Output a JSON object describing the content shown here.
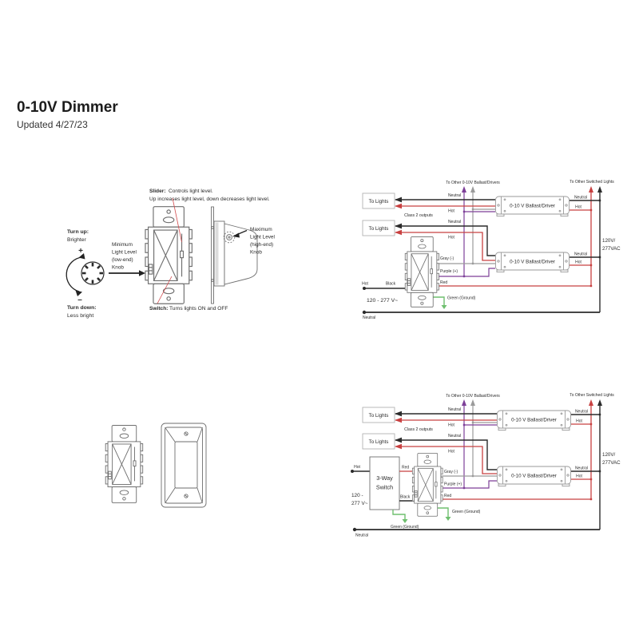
{
  "page": {
    "title": "0-10V Dimmer",
    "updated": "Updated 4/27/23"
  },
  "anatomy": {
    "slider_bold": "Slider:",
    "slider_text": "Controls light level.",
    "slider_text2": "Up increases light level, down decreases light level.",
    "turn_up_bold": "Turn up:",
    "turn_up_text": "Brighter",
    "plus": "+",
    "minus": "–",
    "turn_down_bold": "Turn down:",
    "turn_down_text": "Less bright",
    "min_knob": [
      "Minimum",
      "Light Level",
      "(low-end)",
      "Knob"
    ],
    "max_knob": [
      "Maximum",
      "Light Level",
      "(high-end)",
      "Knob"
    ],
    "switch_bold": "Switch:",
    "switch_text": "Turns lights ON and OFF"
  },
  "wiring": {
    "to_other_drivers": "To Other 0-10V Ballast/Drivers",
    "to_other_switched": "To Other Switched Lights",
    "to_lights": "To Lights",
    "class2": "Class 2 outputs",
    "neutral": "Neutral",
    "hot": "Hot",
    "ballast": "0-10 V Ballast/Driver",
    "wire_gray": "Gray (-)",
    "wire_purple": "Purple (+)",
    "wire_red": "Red",
    "wire_green": "Green (Ground)",
    "wire_black": "Black",
    "voltage_l1": "120V/",
    "voltage_l2": "277VAC",
    "supply": "120 - 277 V~",
    "supply_l1": "120 -",
    "supply_l2": "277 V~",
    "three_way_l1": "3-Way",
    "three_way_l2": "Switch"
  },
  "colors": {
    "hot": "#c84040",
    "neutral": "#2b2b2b",
    "gray_wire": "#9b9b9b",
    "purple": "#7d3f98",
    "green": "#6fbf6f",
    "annotation": "#d24b4e"
  }
}
